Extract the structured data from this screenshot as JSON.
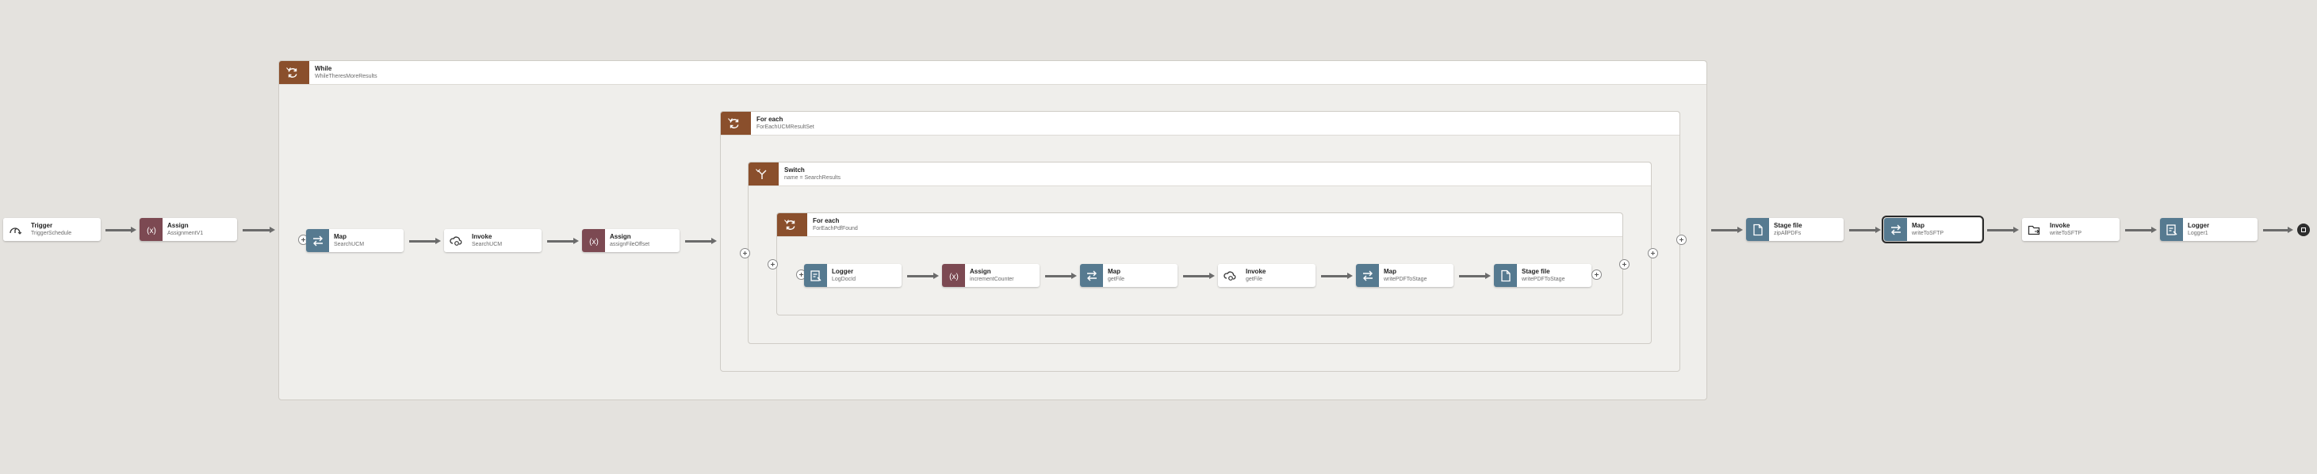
{
  "colors": {
    "scope": "#8a4f2c",
    "map": "#567a90",
    "assign": "#7c4952",
    "logger": "#567a90",
    "stage": "#567a90",
    "trigger": "#ffffff"
  },
  "trigger": {
    "title": "Trigger",
    "sub": "TriggerSchedule",
    "icon": "schedule-trigger-icon"
  },
  "assign1": {
    "title": "Assign",
    "sub": "AssignmentV1",
    "icon": "variable-icon"
  },
  "while": {
    "title": "While",
    "sub": "WhileTheresMoreResults",
    "icon": "loop-icon"
  },
  "map_searchucm": {
    "title": "Map",
    "sub": "SearchUCM"
  },
  "invoke_searchucm": {
    "title": "Invoke",
    "sub": "SearchUCM"
  },
  "assign_offset": {
    "title": "Assign",
    "sub": "assignFileOffset"
  },
  "foreach_outer": {
    "title": "For each",
    "sub": "ForEachUCMResultSet"
  },
  "switch": {
    "title": "Switch",
    "sub": "name = SearchResults"
  },
  "foreach_inner": {
    "title": "For each",
    "sub": "ForEachPdfFound"
  },
  "logger_docid": {
    "title": "Logger",
    "sub": "LogDocId"
  },
  "assign_counter": {
    "title": "Assign",
    "sub": "incrementCounter"
  },
  "map_getfile": {
    "title": "Map",
    "sub": "getFile"
  },
  "invoke_getfile": {
    "title": "Invoke",
    "sub": "getFile"
  },
  "map_writepdf": {
    "title": "Map",
    "sub": "writePDFToStage"
  },
  "stage_writepdf": {
    "title": "Stage file",
    "sub": "writePDFToStage"
  },
  "stage_zip": {
    "title": "Stage file",
    "sub": "zipAllPDFs"
  },
  "map_sftp": {
    "title": "Map",
    "sub": "writeToSFTP"
  },
  "invoke_sftp": {
    "title": "Invoke",
    "sub": "writeToSFTP"
  },
  "logger1": {
    "title": "Logger",
    "sub": "Logger1"
  }
}
